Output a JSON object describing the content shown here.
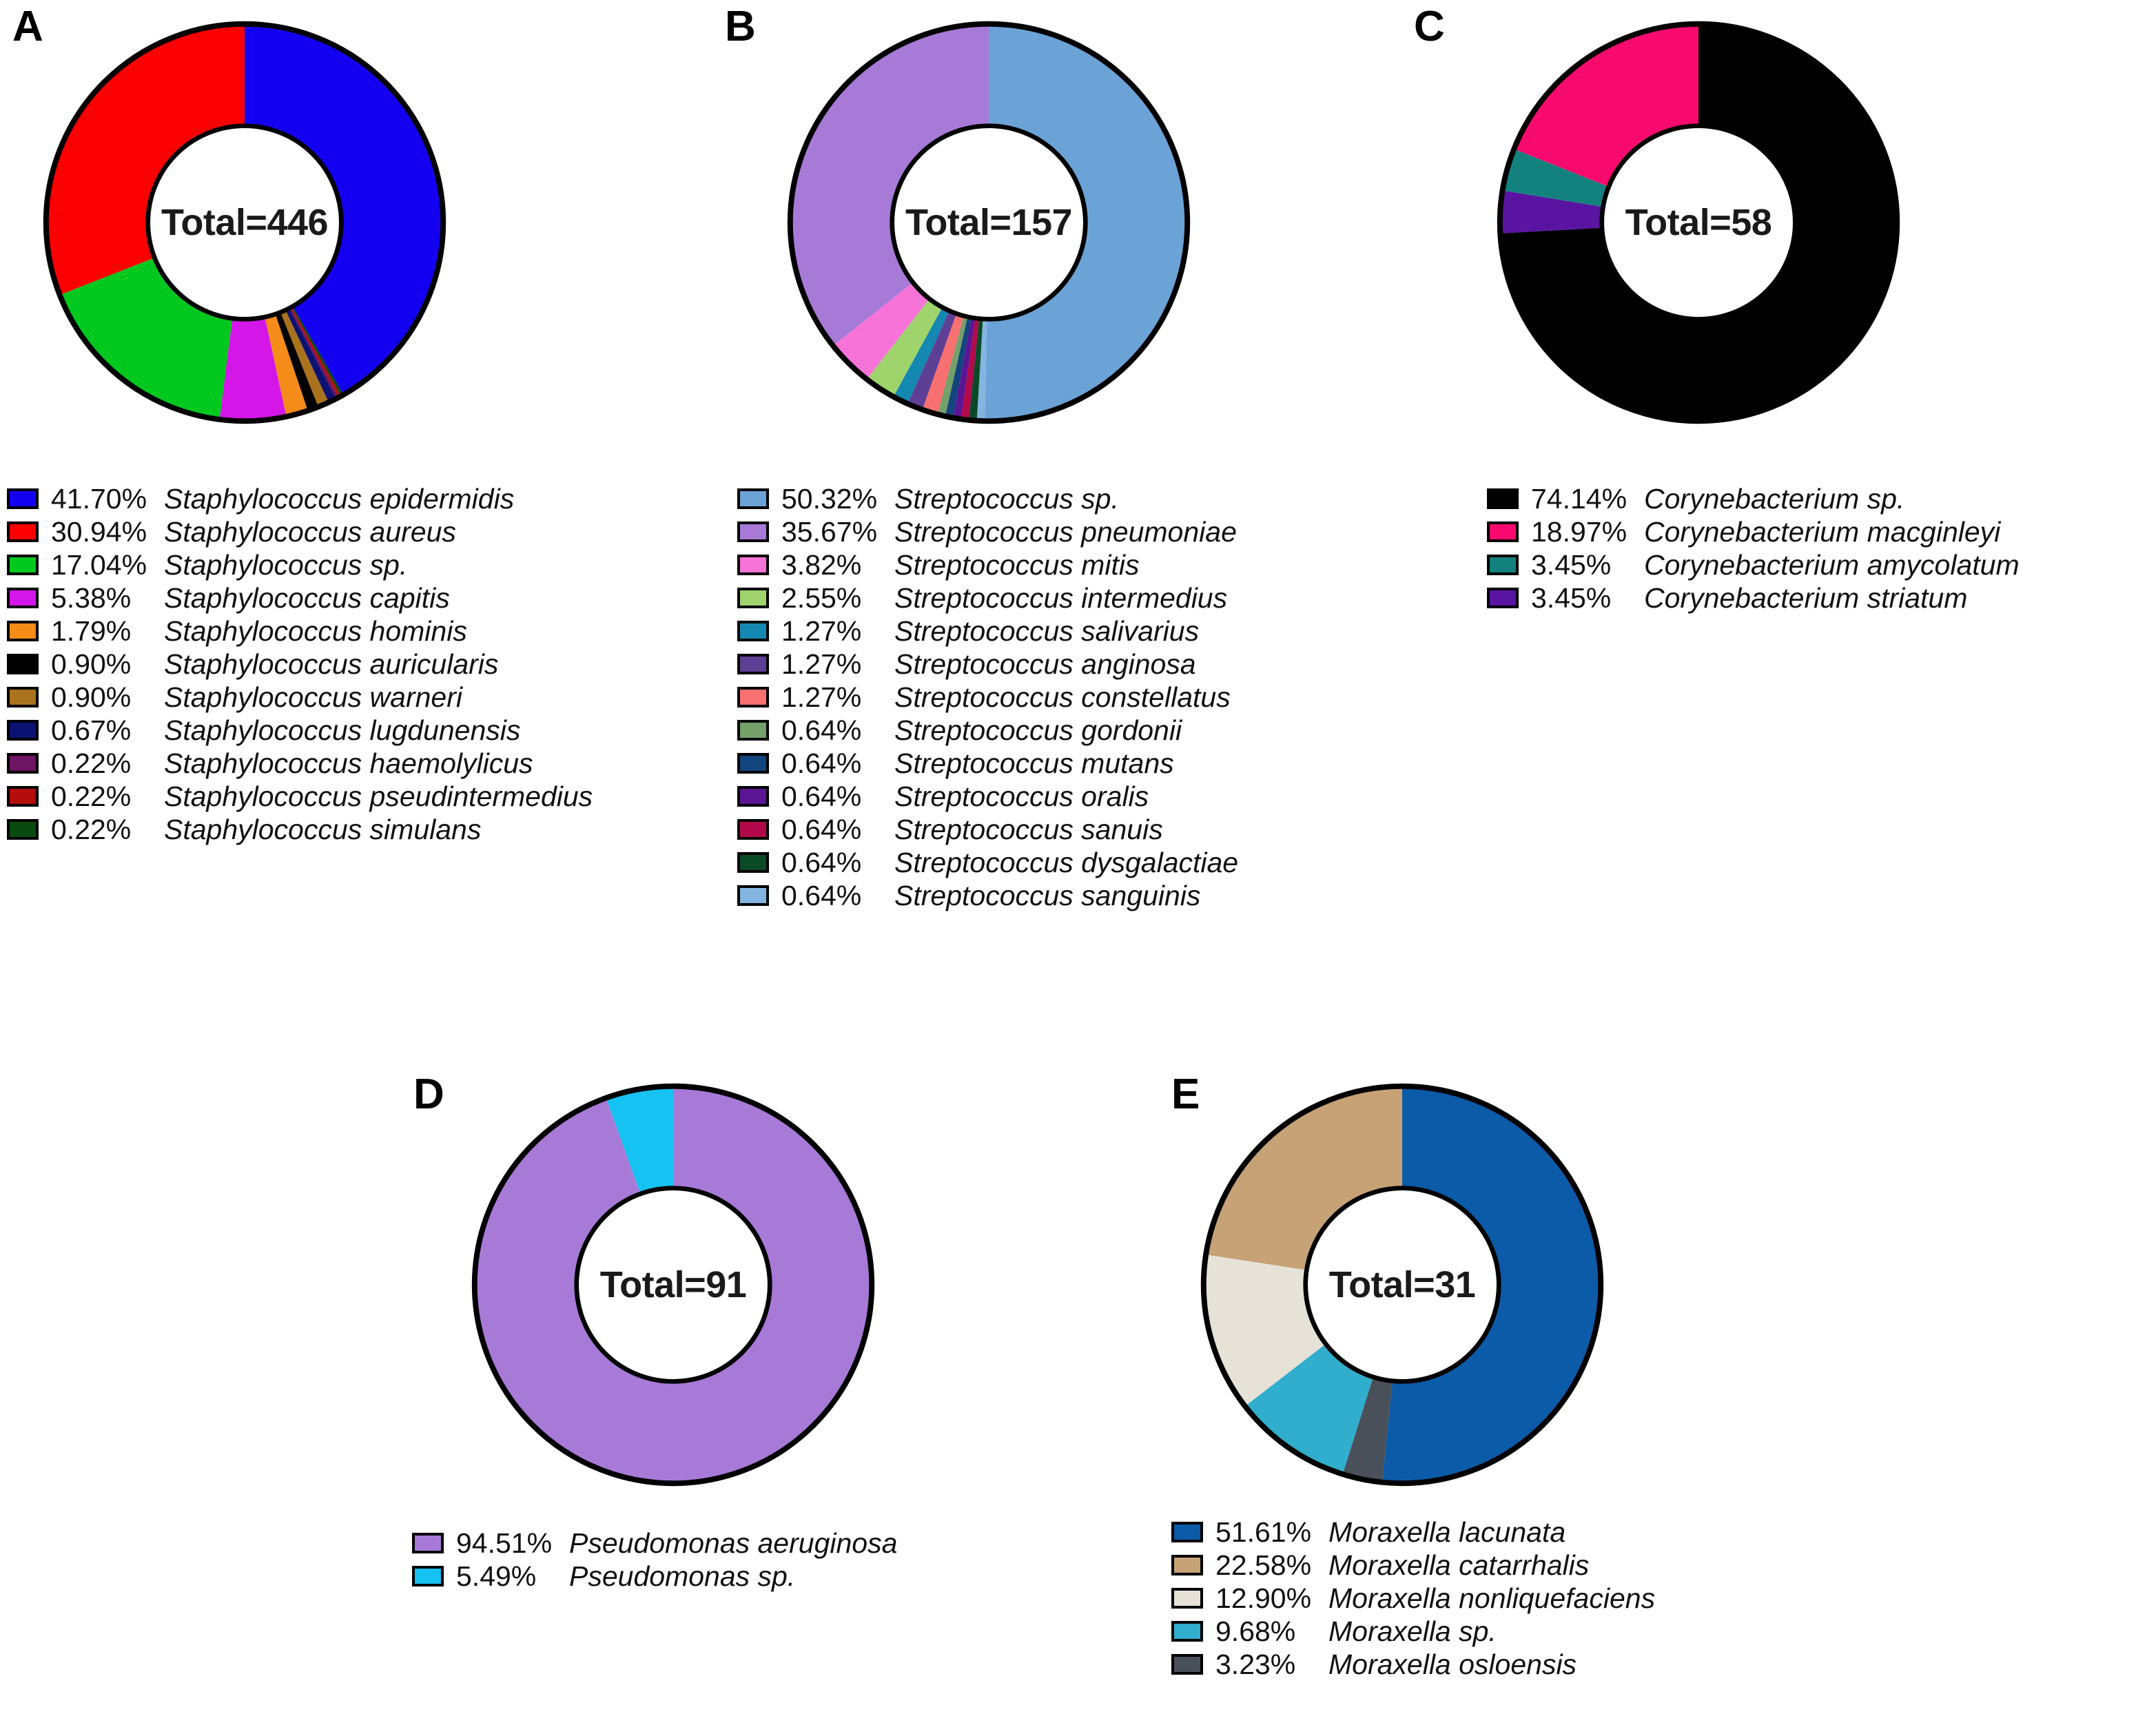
{
  "figure": {
    "background": "#ffffff",
    "panel_letters": [
      "A",
      "B",
      "C",
      "D",
      "E"
    ]
  },
  "panels": {
    "A": {
      "letter": "A",
      "center_label": "Total=446",
      "total": 446
    },
    "B": {
      "letter": "B",
      "center_label": "Total=157",
      "total": 157
    },
    "C": {
      "letter": "C",
      "center_label": "Total=58",
      "total": 58
    },
    "D": {
      "letter": "D",
      "center_label": "Total=91",
      "total": 91
    },
    "E": {
      "letter": "E",
      "center_label": "Total=31",
      "total": 31
    }
  },
  "chart_data": [
    {
      "type": "pie",
      "panel": "A",
      "title": "Total=446",
      "total": 446,
      "legend_position": "below",
      "categories": [
        "Staphylococcus epidermidis",
        "Staphylococcus aureus",
        "Staphylococcus sp.",
        "Staphylococcus capitis",
        "Staphylococcus hominis",
        "Staphylococcus auricularis",
        "Staphylococcus warneri",
        "Staphylococcus lugdunensis",
        "Staphylococcus haemolylicus",
        "Staphylococcus pseudintermedius",
        "Staphylococcus simulans"
      ],
      "values": [
        41.7,
        30.94,
        17.04,
        5.38,
        1.79,
        0.9,
        0.9,
        0.67,
        0.22,
        0.22,
        0.22
      ],
      "labels": [
        "41.70%",
        "30.94%",
        "17.04%",
        "5.38%",
        "1.79%",
        "0.90%",
        "0.90%",
        "0.67%",
        "0.22%",
        "0.22%",
        "0.22%"
      ],
      "colors": [
        "#1400f0",
        "#fb0000",
        "#00c81e",
        "#d416e8",
        "#f58b18",
        "#000000",
        "#a9721c",
        "#0c1272",
        "#6d1462",
        "#b40d0d",
        "#0a4a10"
      ]
    },
    {
      "type": "pie",
      "panel": "B",
      "title": "Total=157",
      "total": 157,
      "legend_position": "below",
      "categories": [
        "Streptococcus sp.",
        "Streptococcus pneumoniae",
        "Streptococcus mitis",
        "Streptococcus intermedius",
        "Streptococcus salivarius",
        "Streptococcus anginosa",
        "Streptococcus constellatus",
        "Streptococcus gordonii",
        "Streptococcus mutans",
        "Streptococcus oralis",
        "Streptococcus sanuis",
        "Streptococcus dysgalactiae",
        "Streptococcus sanguinis"
      ],
      "values": [
        50.32,
        35.67,
        3.82,
        2.55,
        1.27,
        1.27,
        1.27,
        0.64,
        0.64,
        0.64,
        0.64,
        0.64,
        0.64
      ],
      "labels": [
        "50.32%",
        "35.67%",
        "3.82%",
        "2.55%",
        "1.27%",
        "1.27%",
        "1.27%",
        "0.64%",
        "0.64%",
        "0.64%",
        "0.64%",
        "0.64%",
        "0.64%"
      ],
      "colors": [
        "#6ba3d6",
        "#a87ad8",
        "#f873d8",
        "#9ed46b",
        "#1488b0",
        "#5e3f96",
        "#f87070",
        "#74a06a",
        "#12447e",
        "#5a1694",
        "#b2094a",
        "#0b4a26",
        "#84b4e0"
      ]
    },
    {
      "type": "pie",
      "panel": "C",
      "title": "Total=58",
      "total": 58,
      "legend_position": "below",
      "categories": [
        "Corynebacterium sp.",
        "Corynebacterium macginleyi",
        "Corynebacterium amycolatum",
        "Corynebacterium striatum"
      ],
      "values": [
        74.14,
        18.97,
        3.45,
        3.45
      ],
      "labels": [
        "74.14%",
        "18.97%",
        "3.45%",
        "3.45%"
      ],
      "colors": [
        "#000000",
        "#f90a6e",
        "#13827e",
        "#5a14a2"
      ]
    },
    {
      "type": "pie",
      "panel": "D",
      "title": "Total=91",
      "total": 91,
      "legend_position": "below",
      "categories": [
        "Pseudomonas aeruginosa",
        "Pseudomonas  sp."
      ],
      "values": [
        94.51,
        5.49
      ],
      "labels": [
        "94.51%",
        "5.49%"
      ],
      "colors": [
        "#a87ad8",
        "#16c2f2"
      ]
    },
    {
      "type": "pie",
      "panel": "E",
      "title": "Total=31",
      "total": 31,
      "legend_position": "below",
      "categories": [
        "Moraxella lacunata",
        "Moraxella catarrhalis",
        "Moraxella nonliquefaciens",
        "Moraxella sp.",
        "Moraxella osloensis"
      ],
      "values": [
        51.61,
        22.58,
        12.9,
        9.68,
        3.23
      ],
      "labels": [
        "51.61%",
        "22.58%",
        "12.90%",
        "9.68%",
        "3.23%"
      ],
      "colors": [
        "#0b5ba8",
        "#c6a276",
        "#e6e2d8",
        "#31adcd",
        "#4a5059"
      ]
    }
  ]
}
